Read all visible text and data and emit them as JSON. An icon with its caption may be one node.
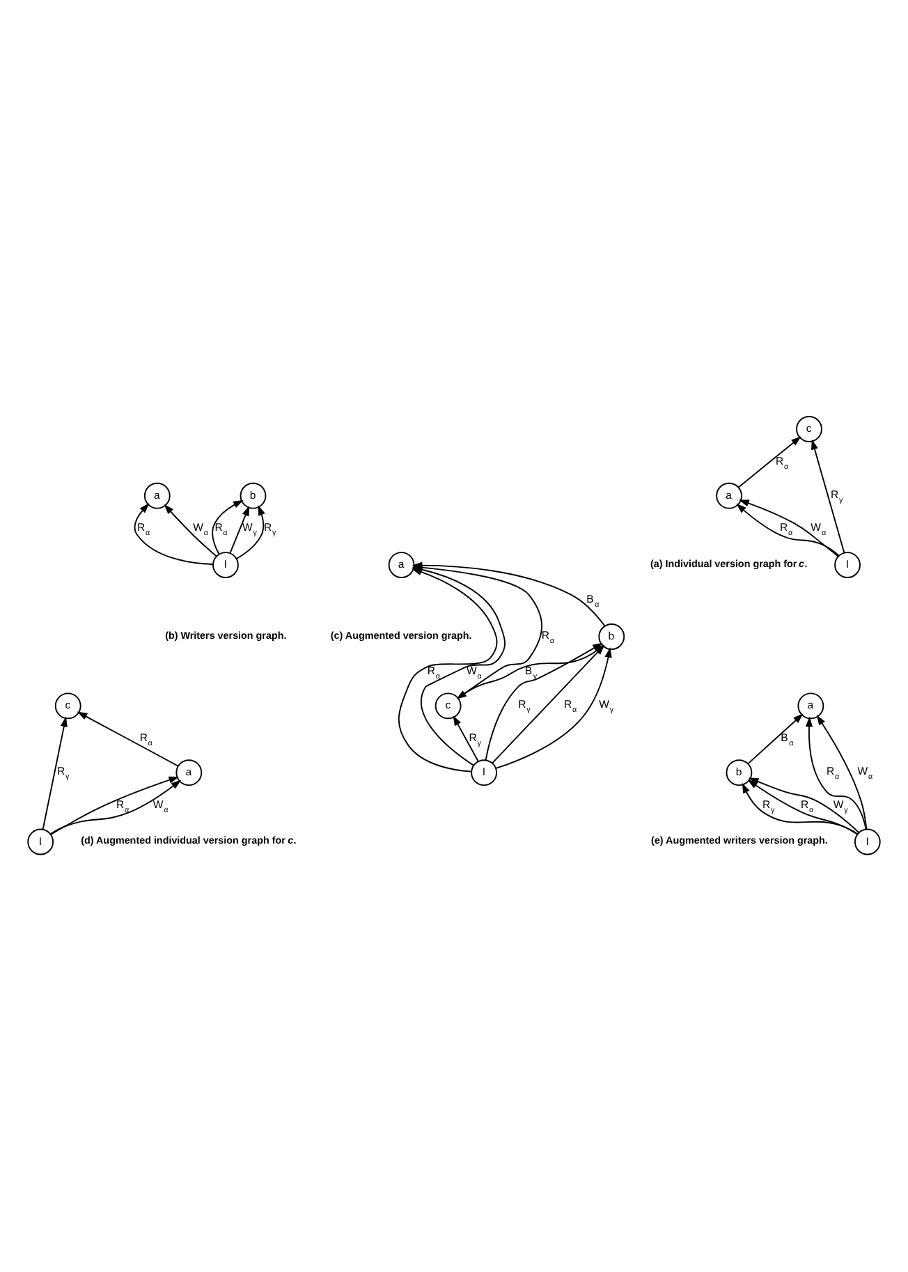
{
  "diagram": {
    "nodes": [
      {
        "text": [
          "c"
        ]
      },
      {
        "text": [
          "a"
        ]
      },
      {
        "text": [
          "I"
        ]
      },
      {
        "text": [
          "a"
        ]
      },
      {
        "text": [
          "b"
        ]
      },
      {
        "text": [
          "I"
        ]
      },
      {
        "text": [
          "c"
        ]
      },
      {
        "text": [
          "a"
        ]
      },
      {
        "text": [
          "b"
        ]
      },
      {
        "text": [
          "I"
        ]
      },
      {
        "text": [
          "c"
        ]
      },
      {
        "text": [
          "a"
        ]
      },
      {
        "text": [
          "I"
        ]
      },
      {
        "text": [
          "a"
        ]
      },
      {
        "text": [
          "b"
        ]
      },
      {
        "text": [
          "I"
        ]
      }
    ],
    "edges": [
      {
        "from": 1,
        "to": 0,
        "arrow": "to",
        "label": "R$_{α}$"
      },
      {
        "from": 2,
        "to": 1,
        "arrow": "to",
        "label": "R$_{α}$"
      },
      {
        "from": 2,
        "to": 1,
        "arrow": "to",
        "label": "W$_{α}$"
      },
      {
        "from": 2,
        "to": 0,
        "arrow": "to",
        "label": "R$_{γ}$"
      },
      {
        "from": 5,
        "to": 3,
        "arrow": "to",
        "label": "R$_{α}$"
      },
      {
        "from": 5,
        "to": 3,
        "arrow": "to",
        "label": "W$_{α}$"
      },
      {
        "from": 5,
        "to": 4,
        "arrow": "to",
        "label": "R$_{α}$"
      },
      {
        "from": 5,
        "to": 4,
        "arrow": "to",
        "label": "W$_{γ}$"
      },
      {
        "from": 5,
        "to": 4,
        "arrow": "to",
        "label": "R$_{γ}$"
      },
      {
        "from": 7,
        "to": 6,
        "arrow": "to",
        "label": "R$_{α}$"
      },
      {
        "from": 6,
        "to": 8,
        "arrow": "to",
        "label": "B$_{γ}$"
      },
      {
        "from": 8,
        "to": 7,
        "arrow": "to",
        "label": "B$_{α}$"
      },
      {
        "from": 9,
        "to": 6,
        "arrow": "to",
        "label": "R$_{γ}$"
      },
      {
        "from": 9,
        "to": 7,
        "arrow": "to",
        "label": "R$_{α}$"
      },
      {
        "from": 9,
        "to": 7,
        "arrow": "to",
        "label": "W$_{α}$"
      },
      {
        "from": 9,
        "to": 8,
        "arrow": "to",
        "label": "R$_{α}$"
      },
      {
        "from": 9,
        "to": 8,
        "arrow": "to",
        "label": "W$_{γ}$"
      },
      {
        "from": 9,
        "to": 8,
        "arrow": "to",
        "label": "R$_{γ}$"
      },
      {
        "from": 11,
        "to": 10,
        "arrow": "to",
        "label": "R$_{α}$"
      },
      {
        "from": 12,
        "to": 11,
        "arrow": "to",
        "label": "R$_{α}$"
      },
      {
        "from": 12,
        "to": 11,
        "arrow": "to",
        "label": "W$_{α}$"
      },
      {
        "from": 12,
        "to": 10,
        "arrow": "to",
        "label": "R$_{γ}$"
      },
      {
        "from": 14,
        "to": 13,
        "arrow": "to",
        "label": "B$_{α}$"
      },
      {
        "from": 15,
        "to": 13,
        "arrow": "to",
        "label": "R$_{α}$"
      },
      {
        "from": 15,
        "to": 13,
        "arrow": "to",
        "label": "W$_{α}$"
      },
      {
        "from": 15,
        "to": 14,
        "arrow": "to",
        "label": "R$_{α}$"
      },
      {
        "from": 15,
        "to": 14,
        "arrow": "to",
        "label": "W$_{γ}$"
      },
      {
        "from": 15,
        "to": 14,
        "arrow": "to",
        "label": "R$_{γ}$"
      }
    ],
    "labels": [
      "(a) Individual version graph for *c*.",
      "(b) Writers version graph.",
      "(c) Augmented version graph.",
      "(d) Augmented individual version graph for *c*.",
      "(e) Augmented writers version graph."
    ]
  }
}
